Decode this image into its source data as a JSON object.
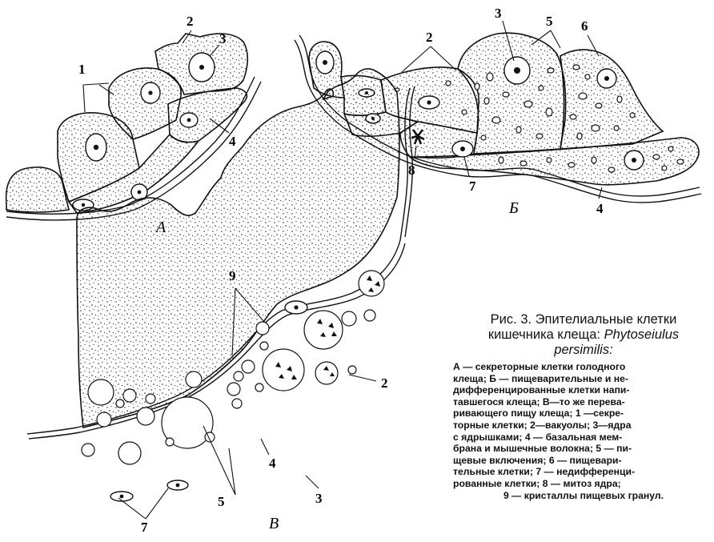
{
  "figure": {
    "caption_title_line1": "Рис. 3. Эпителиальные клетки",
    "caption_title_line2_prefix": "кишечника клеща: ",
    "caption_species": "Phytoseiulus",
    "caption_species_line3": "persimilis:",
    "caption_lines": [
      "А — секреторные клетки голодного",
      "клеща; Б — пищеварительные и не-",
      "дифференцированные клетки напи-",
      "тавшегося клеща; В—то же перева-",
      "ривающего пищу клеща; 1 —секре-",
      "торные клетки; 2—вакуолы; 3—ядра",
      "с ядрышками; 4 — базальная мем-",
      "брана и мышечные волокна; 5 — пи-",
      "щевые включения; 6 — пищевари-",
      "тельные клетки; 7 — недифференци-",
      "рованные клетки; 8 — митоз ядра;",
      "9 — кристаллы пищевых гранул."
    ]
  },
  "panels": {
    "a": {
      "letter": "А",
      "labels": {
        "l1": "1",
        "l2": "2",
        "l3": "3",
        "l4": "4"
      }
    },
    "b": {
      "letter": "Б",
      "labels": {
        "l2": "2",
        "l3": "3",
        "l4": "4",
        "l5": "5",
        "l6": "6",
        "l7": "7",
        "l8": "8"
      }
    },
    "v": {
      "letter": "В",
      "labels": {
        "l2": "2",
        "l3": "3",
        "l4": "4",
        "l5": "5",
        "l7": "7",
        "l9": "9"
      }
    }
  }
}
